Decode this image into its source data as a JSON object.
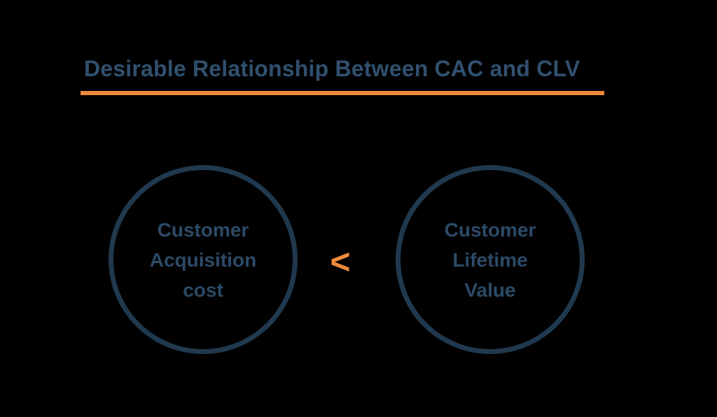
{
  "colors": {
    "background": "#000000",
    "title": "#31506e",
    "underline": "#ef8a3a",
    "circle_border": "#20394e",
    "circle_label": "#2c4a66",
    "comparator": "#ef8a3a"
  },
  "header": {
    "title": "Desirable Relationship Between CAC and CLV"
  },
  "diagram": {
    "left_circle": {
      "lines": [
        "Customer",
        "Acquisition",
        "cost"
      ]
    },
    "comparator_symbol": "<",
    "right_circle": {
      "lines": [
        "Customer",
        "Lifetime",
        "Value"
      ]
    }
  }
}
